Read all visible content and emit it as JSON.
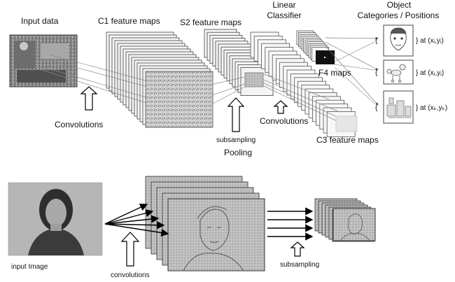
{
  "top": {
    "input_data": "Input data",
    "c1": "C1 feature maps",
    "s2": "S2 feature maps",
    "linear_line1": "Linear",
    "linear_line2": "Classifier",
    "object_line1": "Object",
    "object_line2": "Categories / Positions",
    "convolutions_left": "Convolutions",
    "subsampling": "subsampling",
    "pooling": "Pooling",
    "convolutions_mid": "Convolutions",
    "f4": "F4 maps",
    "c3": "C3 feature maps",
    "positions": [
      {
        "brace": "{",
        "text": "} at (xᵢ,yᵢ)"
      },
      {
        "brace": "{",
        "text": "} at (xⱼ,yⱼ)"
      },
      {
        "brace": "{",
        "text": "} at (xₖ,yₖ)"
      }
    ]
  },
  "bottom": {
    "input_image": "input Image",
    "convolutions": "convolutions",
    "subsampling": "subsampling"
  },
  "icons": [
    "face-sketch-icon",
    "poodle-sketch-icon",
    "furniture-sketch-icon",
    "up-arrow-icon"
  ]
}
